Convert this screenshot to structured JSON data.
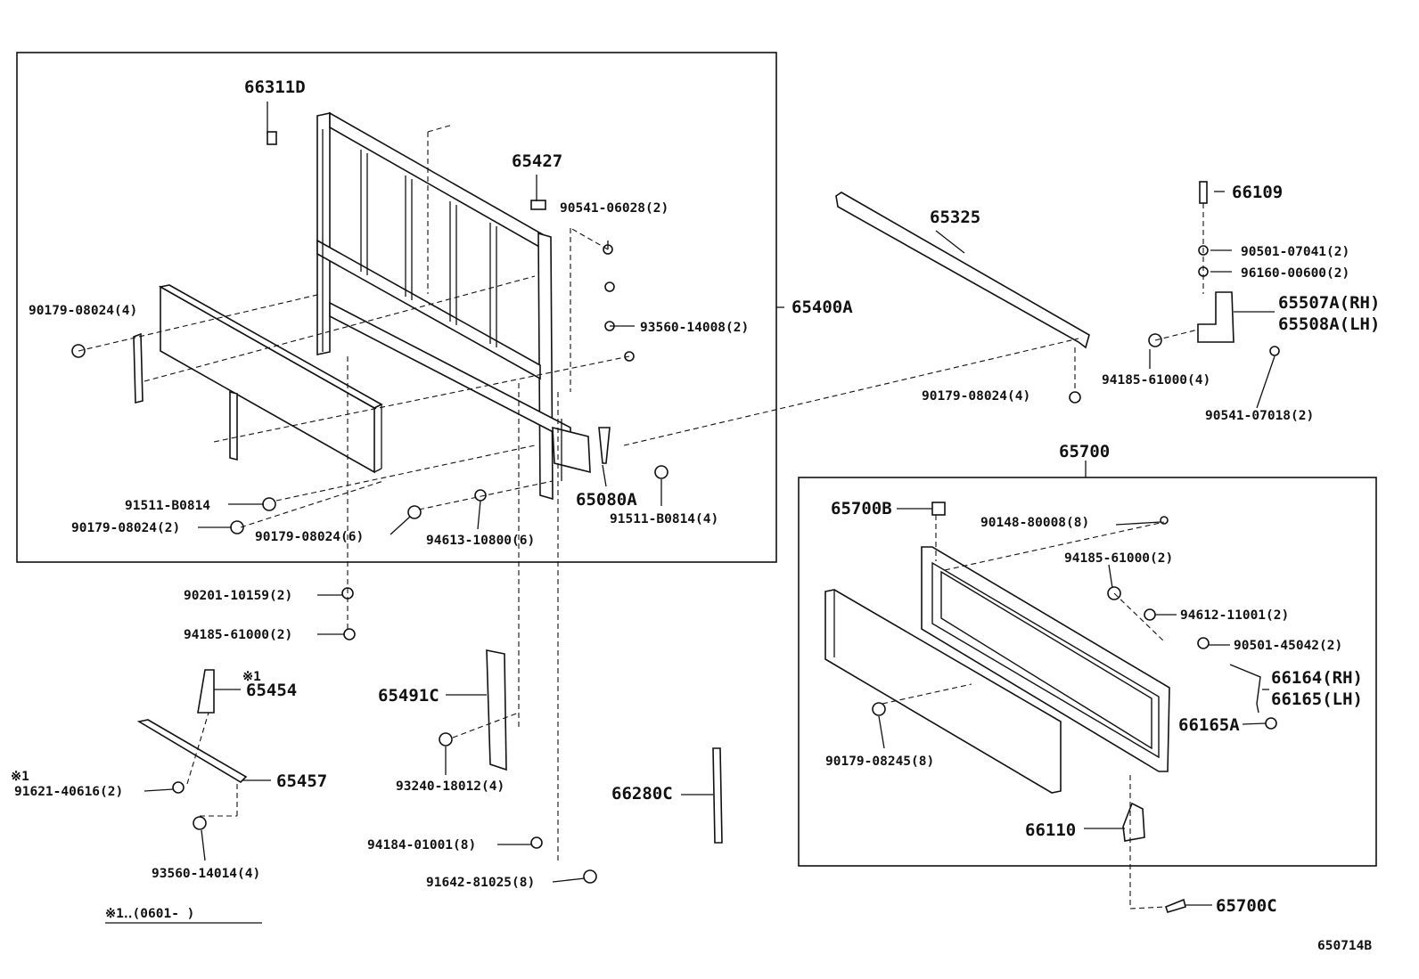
{
  "labels": {
    "l_66311D": "66311D",
    "l_65427": "65427",
    "l_90541_06028": "90541-06028(2)",
    "l_90179_08024_4a": "90179-08024(4)",
    "l_93560_14008": "93560-14008(2)",
    "l_65400A": "65400A",
    "l_91511_B0814": "91511-B0814",
    "l_90179_08024_2": "90179-08024(2)",
    "l_90179_08024_6": "90179-08024(6)",
    "l_94613_10800": "94613-10800(6)",
    "l_65080A": "65080A",
    "l_91511_B0814_4": "91511-B0814(4)",
    "l_65325": "65325",
    "l_90179_08024_4b": "90179-08024(4)",
    "l_66109": "66109",
    "l_90501_07041": "90501-07041(2)",
    "l_96160_00600": "96160-00600(2)",
    "l_65507A": "65507A(RH)",
    "l_65508A": "65508A(LH)",
    "l_94185_61000_4": "94185-61000(4)",
    "l_90541_07018": "90541-07018(2)",
    "l_65700": "65700",
    "l_65700B": "65700B",
    "l_90148_80008": "90148-80008(8)",
    "l_94185_61000_2b": "94185-61000(2)",
    "l_94612_11001": "94612-11001(2)",
    "l_90501_45042": "90501-45042(2)",
    "l_66164": "66164(RH)",
    "l_66165": "66165(LH)",
    "l_66165A": "66165A",
    "l_90179_08245": "90179-08245(8)",
    "l_66110": "66110",
    "l_65700C": "65700C",
    "l_90201_10159": "90201-10159(2)",
    "l_94185_61000_2a": "94185-61000(2)",
    "l_65454_note": "※1",
    "l_65454": "65454",
    "l_65457": "65457",
    "l_91621_note": "※1",
    "l_91621_40616": "91621-40616(2)",
    "l_93560_14014": "93560-14014(4)",
    "l_footnote": "※1‥(0601-      )",
    "l_65491C": "65491C",
    "l_93240_18012": "93240-18012(4)",
    "l_94184_01001": "94184-01001(8)",
    "l_91642_81025": "91642-81025(8)",
    "l_66280C": "66280C",
    "l_code": "650714B"
  }
}
